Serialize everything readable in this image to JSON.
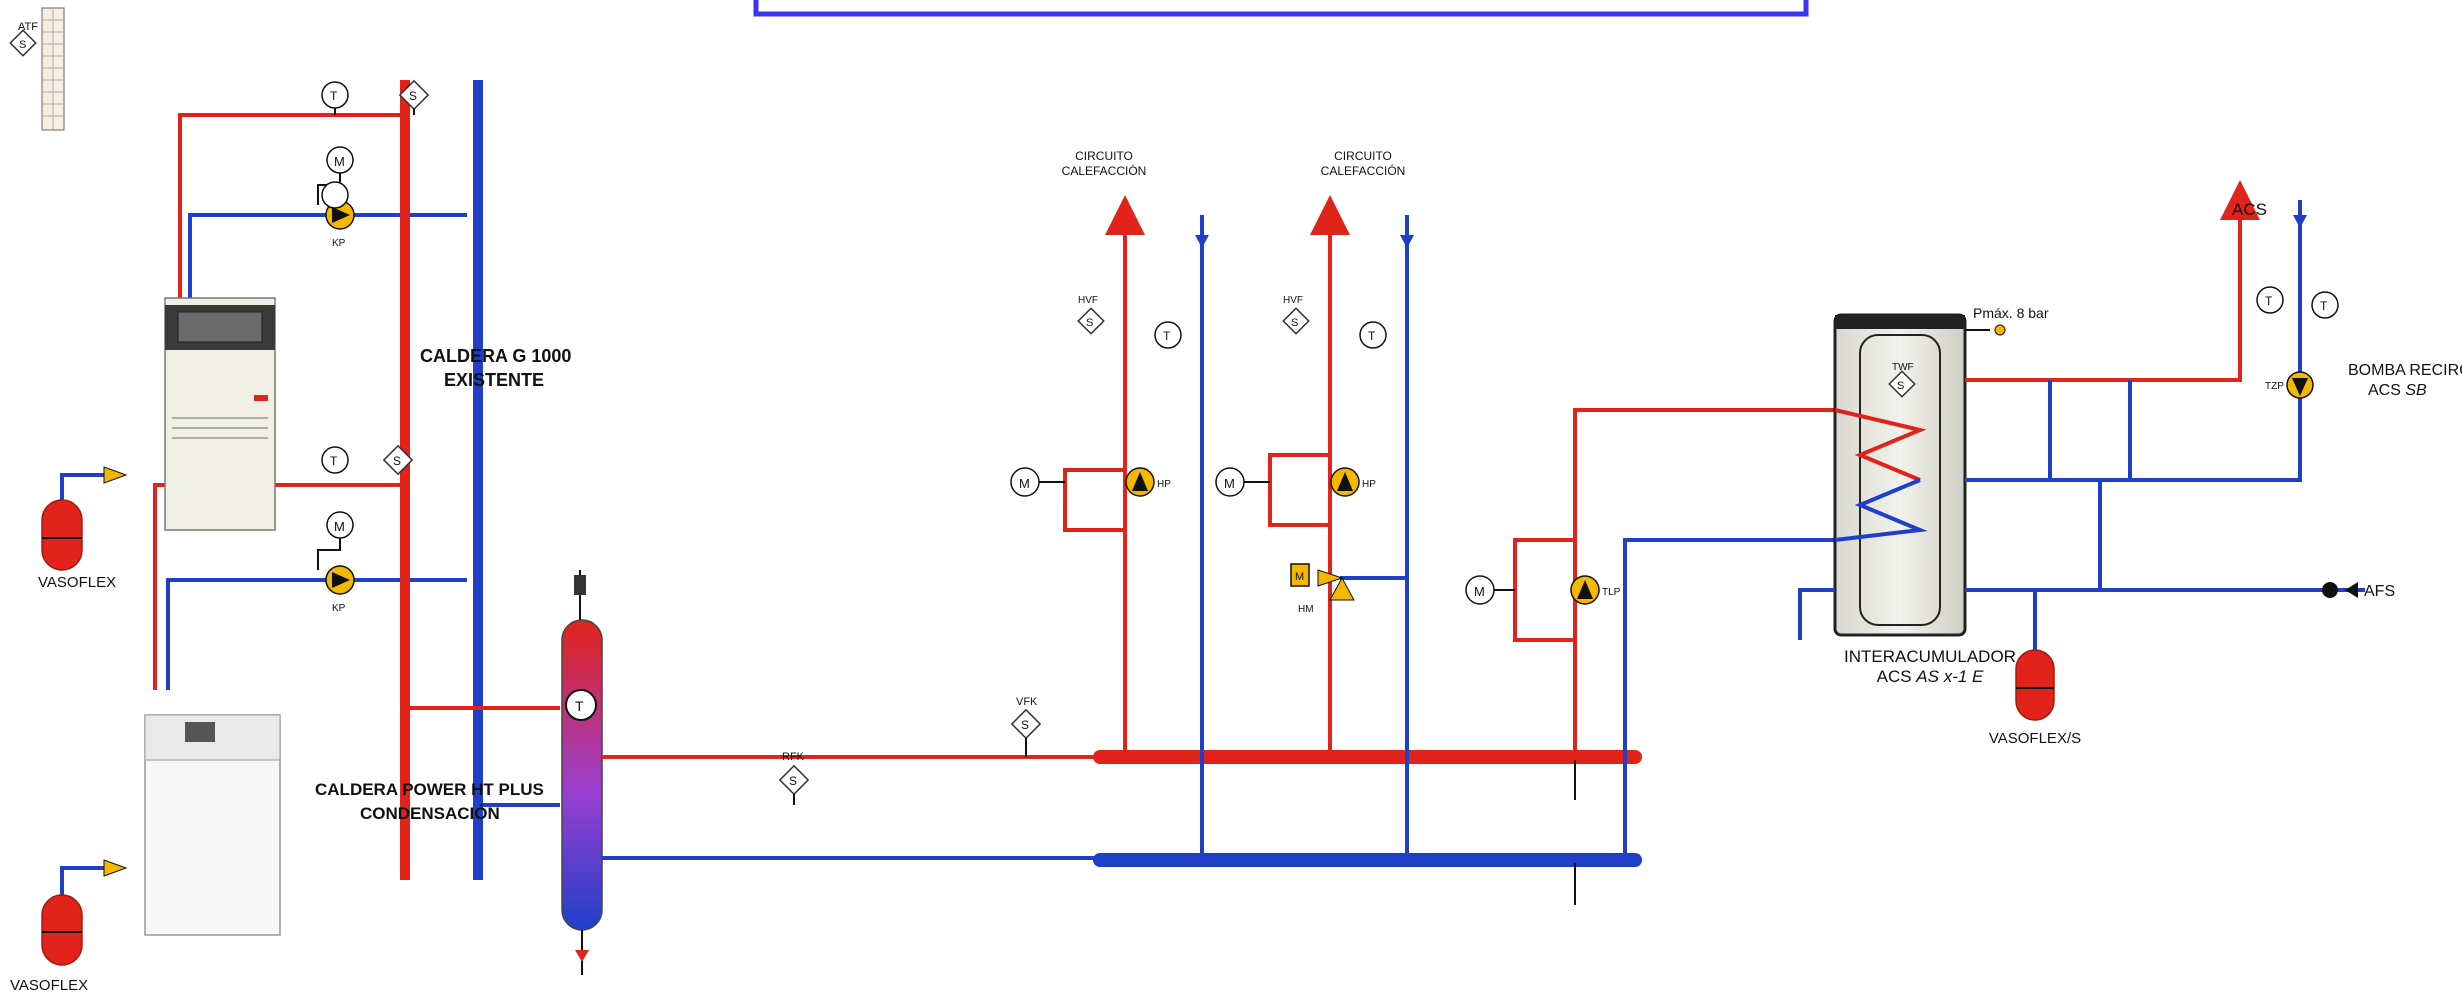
{
  "colors": {
    "supply": "#e2231a",
    "return": "#1f3fc9",
    "pump": "#f5b800",
    "vessel": "#e2231a",
    "banner_border": "#3a36f0"
  },
  "labels": {
    "atf": "ATF",
    "boiler1": "CALDERA G 1000",
    "boiler1_b": "EXISTENTE",
    "boiler2": "CALDERA POWER HT PLUS",
    "boiler2_b": "CONDENSACIÓN",
    "vasoflex_1": "VASOFLEX",
    "vasoflex_2": "VASOFLEX",
    "vasoflex_s": "VASOFLEX/S",
    "circuit1_a": "CIRCUITO",
    "circuit1_b": "CALEFACCIÓN",
    "circuit2_a": "CIRCUITO",
    "circuit2_b": "CALEFACCIÓN",
    "acs": "ACS",
    "pmax": "Pmáx. 8 bar",
    "bomba_a": "BOMBA RECIRC.",
    "bomba_b1": "ACS ",
    "bomba_b2": "SB",
    "inter_a": "INTERACUMULADOR",
    "inter_b1": "ACS ",
    "inter_b2": "AS x-1 E",
    "afs": "AFS",
    "kp1": "KP",
    "kp2": "KP",
    "hp1": "HP",
    "hp2": "HP",
    "hm": "HM",
    "tlp": "TLP",
    "tzp": "TZP",
    "hvf1": "HVF",
    "hvf2": "HVF",
    "twf": "TWF",
    "vfk": "VFK",
    "rfk": "RFK",
    "t": "T",
    "s": "S",
    "m": "M"
  }
}
